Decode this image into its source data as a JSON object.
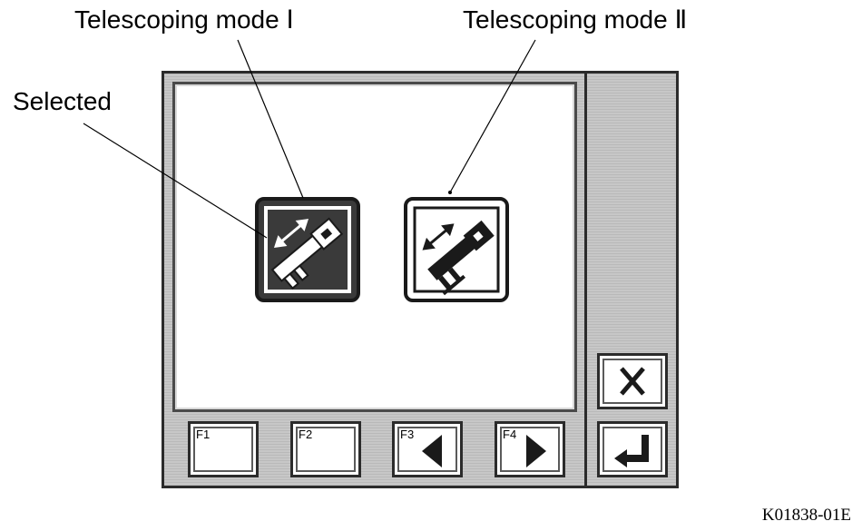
{
  "callouts": {
    "mode1": "Telescoping mode Ⅰ",
    "mode2": "Telescoping mode Ⅱ",
    "selected": "Selected"
  },
  "figure_code": "K01838-01E",
  "panel": {
    "modes": [
      {
        "icon": "telescoping-mode-1-icon",
        "state": "selected"
      },
      {
        "icon": "telescoping-mode-2-icon",
        "state": "unselected"
      }
    ],
    "function_keys": [
      {
        "label": "F1",
        "icon": ""
      },
      {
        "label": "F2",
        "icon": ""
      },
      {
        "label": "F3",
        "icon": "triangle-left-icon"
      },
      {
        "label": "F4",
        "icon": "triangle-right-icon"
      }
    ],
    "side_buttons": [
      {
        "icon": "close-icon"
      },
      {
        "icon": "enter-return-icon"
      }
    ]
  },
  "colors": {
    "frame": "#2b2b2b",
    "panel_fill": "#c7c7c7",
    "selected_fill": "#3a3a3a"
  }
}
